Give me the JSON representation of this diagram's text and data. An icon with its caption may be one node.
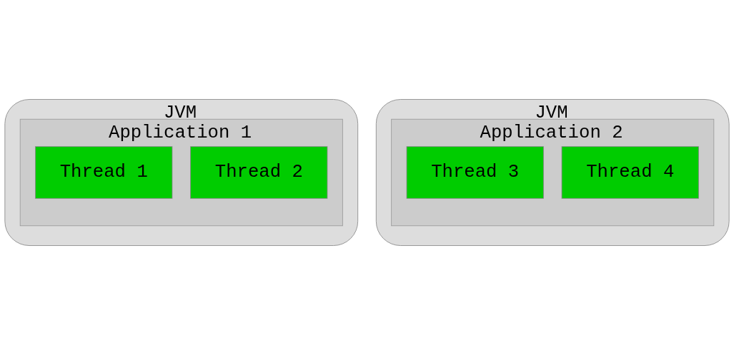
{
  "diagram": {
    "nodes": [
      {
        "text": [
          "JVM"
        ]
      },
      {
        "text": [
          "Application 1"
        ],
        "in": 0
      },
      {
        "text": [
          "Thread 1"
        ],
        "in": 1
      },
      {
        "text": [
          "Thread 2"
        ],
        "in": 1
      },
      {
        "text": [
          "JVM"
        ]
      },
      {
        "text": [
          "Application 2"
        ],
        "in": 4
      },
      {
        "text": [
          "Thread 3"
        ],
        "in": 5
      },
      {
        "text": [
          "Thread 4"
        ],
        "in": 5
      }
    ]
  }
}
